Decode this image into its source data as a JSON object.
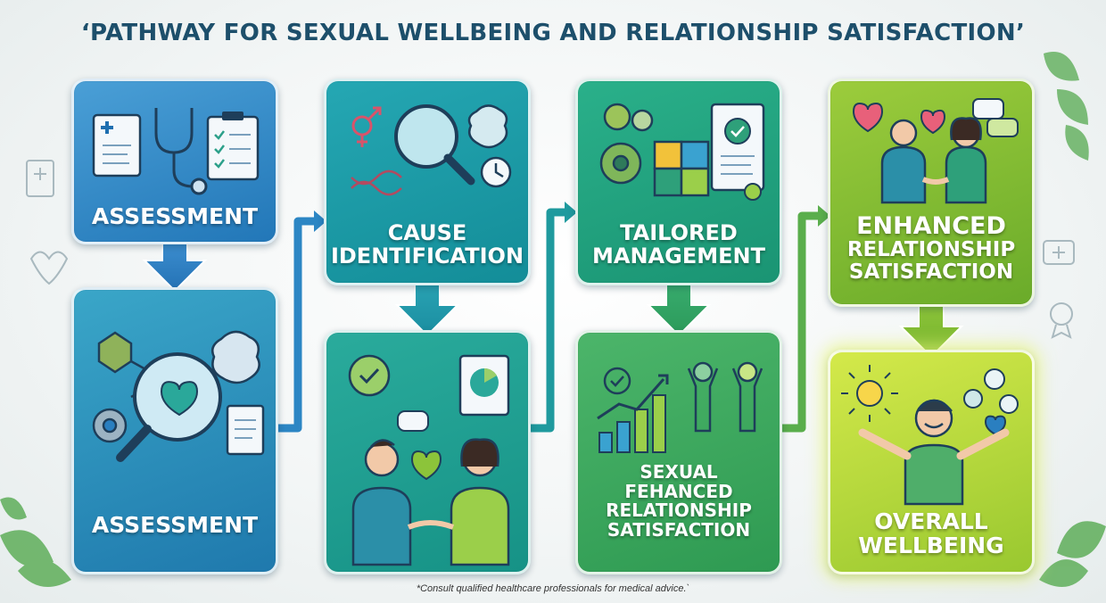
{
  "title": "‘PATHWAY FOR SEXUAL WELLBEING AND RELATIONSHIP SATISFACTION’",
  "footnote": "*Consult qualified healthcare professionals for medical advice.`",
  "colors": {
    "title": "#1d4f6b",
    "blue": "#2277b8",
    "teal": "#138d98",
    "green": "#2e9a52",
    "lime": "#99c830"
  },
  "steps": [
    {
      "id": "assessment-top",
      "lines": [
        "ASSESSMENT"
      ],
      "icons": [
        "medical-report-icon",
        "stethoscope-icon",
        "clipboard-icon"
      ]
    },
    {
      "id": "assessment-bottom",
      "lines": [
        "ASSESSMENT"
      ],
      "icons": [
        "molecule-icon",
        "magnifier-heart-icon",
        "gear-icon",
        "brain-icon",
        "clipboard-icon"
      ]
    },
    {
      "id": "cause-identification",
      "lines": [
        "CAUSE",
        "IDENTIFICATION"
      ],
      "icons": [
        "gender-symbols-icon",
        "magnifier-icon",
        "brain-icon",
        "dna-icon",
        "clock-icon"
      ]
    },
    {
      "id": "couple-talk",
      "lines": [],
      "icons": [
        "gear-check-icon",
        "chart-report-icon",
        "speech-bubble-icon",
        "couple-handshake-icon",
        "heart-icon"
      ]
    },
    {
      "id": "tailored-management",
      "lines": [
        "TAILORED",
        "MANAGEMENT"
      ],
      "icons": [
        "gears-icon",
        "puzzle-icon",
        "certificate-icon"
      ]
    },
    {
      "id": "sexual-satisfaction",
      "lines": [
        "SEXUAL",
        "FEHANCED",
        "RELATIONSHIP",
        "SATISFACTION"
      ],
      "icons": [
        "check-icon",
        "growth-chart-icon",
        "celebrating-couple-icon"
      ]
    },
    {
      "id": "enhanced-relationship",
      "lines": [
        "ENHANCED",
        "RELATIONSHIP",
        "SATISFACTION"
      ],
      "icons": [
        "hearts-icon",
        "couple-holding-hands-icon",
        "chat-bubbles-icon"
      ]
    },
    {
      "id": "overall-wellbeing",
      "lines": [
        "OVERALL",
        "WELLBEING"
      ],
      "icons": [
        "sun-icon",
        "happy-person-icon",
        "emotion-bubbles-icon"
      ]
    }
  ]
}
